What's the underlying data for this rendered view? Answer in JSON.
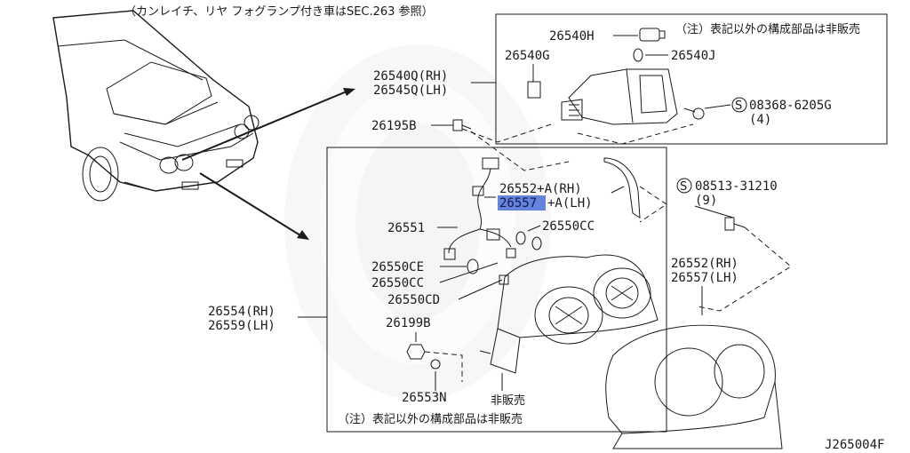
{
  "header_note": "（カンレイチ、リヤ フォグランプ付き車はSEC.263 参照）",
  "diagram_id": "J265004F",
  "highlight_color": "#4a6fd8",
  "upper_box": {
    "note": "（注）表記以外の構成部品は非販売",
    "labels": {
      "p26540h": "26540H",
      "p26540g": "26540G",
      "p26540j": "26540J",
      "p26540q": "26540Q(RH)",
      "p26545q": "26545Q(LH)",
      "p08368": "08368-6205G",
      "p08368_qty": "(4)"
    }
  },
  "outside_labels": {
    "p26195b": "26195B",
    "p08513": "08513-31210",
    "p08513_qty": "(9)",
    "p26552_rh": "26552(RH)",
    "p26557_lh": "26557(LH)"
  },
  "lower_box": {
    "note": "（注）表記以外の構成部品は非販売",
    "not_for_sale": "非販売",
    "labels": {
      "p26552a": "26552+A(RH)",
      "p26557": "26557",
      "p26557a_suffix": "+A(LH)",
      "p26551": "26551",
      "p26550cc_top": "26550CC",
      "p26550ce": "26550CE",
      "p26550cc": "26550CC",
      "p26550cd": "26550CD",
      "p26554": "26554(RH)",
      "p26559": "26559(LH)",
      "p26199b": "26199B",
      "p26553n": "26553N"
    }
  },
  "symbols": {
    "circled_s": "S"
  }
}
